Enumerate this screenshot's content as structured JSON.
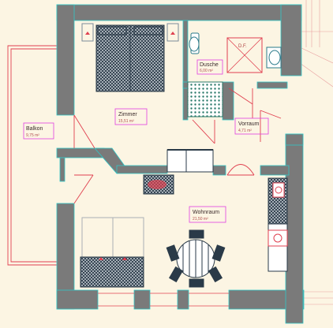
{
  "rooms": [
    {
      "id": "balkon",
      "name": "Balkon",
      "area": "9,75 m²"
    },
    {
      "id": "zimmer",
      "name": "Zimmer",
      "area": "15,51 m²"
    },
    {
      "id": "dusche",
      "name": "Dusche",
      "area": "6,00 m²"
    },
    {
      "id": "vorraum",
      "name": "Vorraum",
      "area": "4,71 m²"
    },
    {
      "id": "wohnraum",
      "name": "Wohnraum",
      "area": "21,50 m²"
    }
  ],
  "shower_label": "D.F.",
  "colors": {
    "background": "#fcf5e3",
    "wall": "#7a7a7a",
    "wall_outline": "#30c8c8",
    "door": "#e04050",
    "label_box": "#e040e0",
    "furniture": "#2a3a48"
  }
}
